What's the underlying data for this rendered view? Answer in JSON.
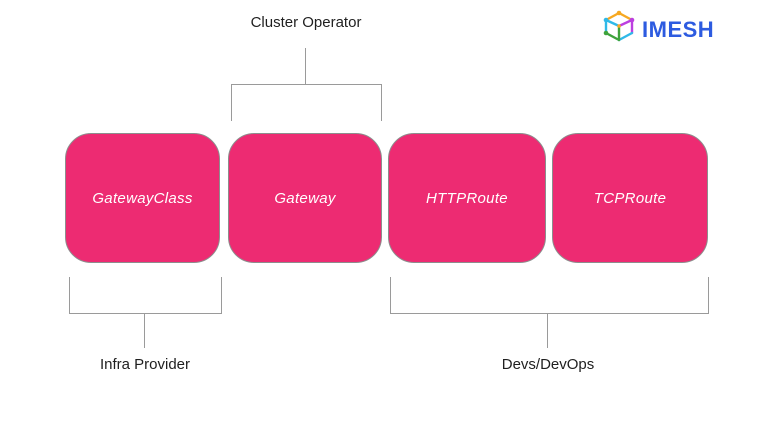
{
  "diagram": {
    "top_label": "Cluster Operator",
    "boxes": [
      {
        "label": "GatewayClass"
      },
      {
        "label": "Gateway"
      },
      {
        "label": "HTTPRoute"
      },
      {
        "label": "TCPRoute"
      }
    ],
    "bottom_labels": [
      {
        "label": "Infra Provider"
      },
      {
        "label": "Devs/DevOps"
      }
    ],
    "colors": {
      "box_fill": "#ED2B72",
      "box_border": "#8d8d8d",
      "box_text": "#ffffff",
      "line": "#9a9a9a",
      "label_text": "#1f1f1f"
    }
  },
  "logo": {
    "text": "IMESH",
    "text_color": "#2D5BE0",
    "icon": "cube-wireframe-icon",
    "icon_colors": {
      "orange": "#F6A821",
      "purple": "#BC3FE0",
      "cyan": "#2FB9E8",
      "green": "#3FA33C"
    }
  }
}
